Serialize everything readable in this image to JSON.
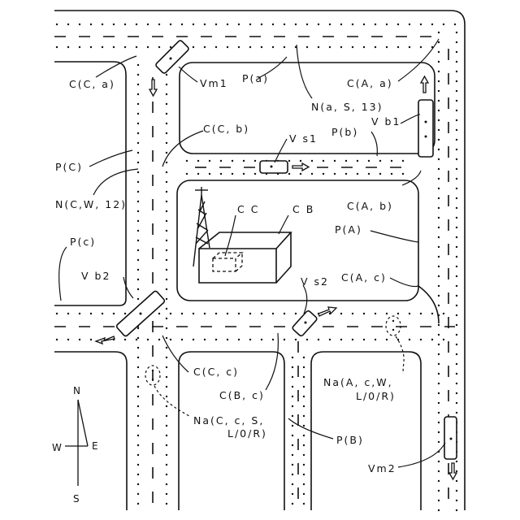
{
  "labels": {
    "C_C_a": "C(C, a)",
    "Vm1": "Vm1",
    "P_a": "P(a)",
    "C_A_a": "C(A, a)",
    "N_a_S_13": "N(a, S, 13)",
    "C_C_b": "C(C, b)",
    "Vb1": "V b1",
    "P_C": "P(C)",
    "Vs1": "V s1",
    "P_b": "P(b)",
    "N_C_W_12": "N(C,W, 12)",
    "CC": "C C",
    "CB": "C B",
    "C_A_b": "C(A, b)",
    "P_A": "P(A)",
    "P_c": "P(c)",
    "Vb2": "V b2",
    "Vs2": "V s2",
    "C_A_c": "C(A, c)",
    "C_C_c": "C(C, c)",
    "C_B_c": "C(B, c)",
    "Na_A_c_W_1": "Na(A, c,W,",
    "Na_A_c_W_2": "L/0/R)",
    "Na_C_c_S_1": "Na(C, c, S,",
    "Na_C_c_S_2": "L/0/R)",
    "P_B": "P(B)",
    "Vm2": "Vm2"
  },
  "compass": {
    "north": "N",
    "south": "S",
    "east": "E",
    "west": "W"
  }
}
